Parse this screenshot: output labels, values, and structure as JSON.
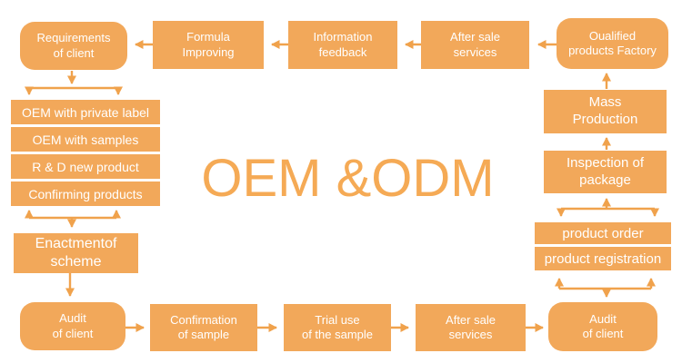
{
  "title": "OEM &ODM",
  "colors": {
    "node_fill": "#F2A85A",
    "arrow": "#F0A24C",
    "node_text": "#FFFFFF",
    "title_text": "#F5AA55",
    "background": "#FFFFFF"
  },
  "nodes": {
    "requirements": {
      "label": "Requirements\nof client"
    },
    "formula": {
      "label": "Formula\nImproving"
    },
    "feedback": {
      "label": "Information\nfeedback"
    },
    "after_sale_top": {
      "label": "After sale\nservices"
    },
    "qualified_factory": {
      "label": "Oualified\nproducts Factory"
    },
    "enactment": {
      "label": "Enactmentof\nscheme"
    },
    "audit_left": {
      "label": "Audit\nof client"
    },
    "confirmation": {
      "label": "Confirmation\nof sample"
    },
    "trial_use": {
      "label": "Trial use\nof the sample"
    },
    "after_sale_bottom": {
      "label": "After sale\nservices"
    },
    "audit_right": {
      "label": "Audit\nof client"
    },
    "product_order": {
      "label": "product order"
    },
    "product_registration": {
      "label": "product registration"
    },
    "inspection": {
      "label": "Inspection of\npackage"
    },
    "mass_production": {
      "label": "Mass\nProduction"
    }
  },
  "service_options": [
    "OEM with private label",
    "OEM with samples",
    "R & D new product",
    "Confirming products"
  ]
}
